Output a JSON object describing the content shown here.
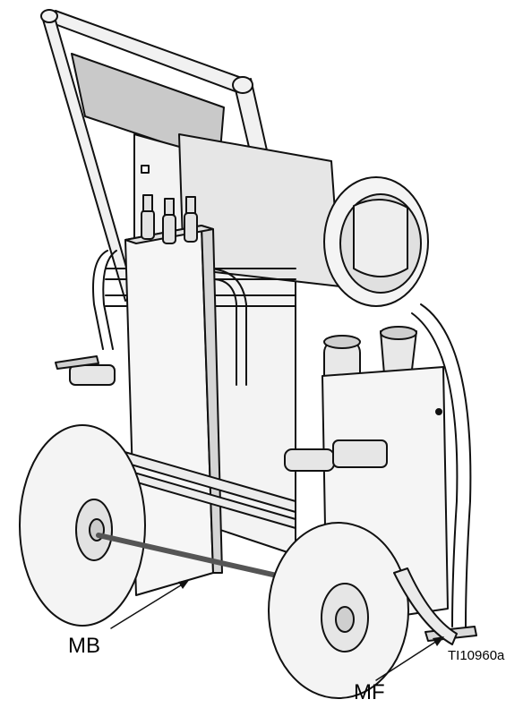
{
  "callouts": {
    "mb": "MB",
    "mf": "MF"
  },
  "figure_id": "TI10960a",
  "colors": {
    "line": "#111111",
    "light_fill": "#f1f1f1",
    "mid_fill": "#d9d9d9",
    "dark_fill": "#bdbdbd"
  }
}
